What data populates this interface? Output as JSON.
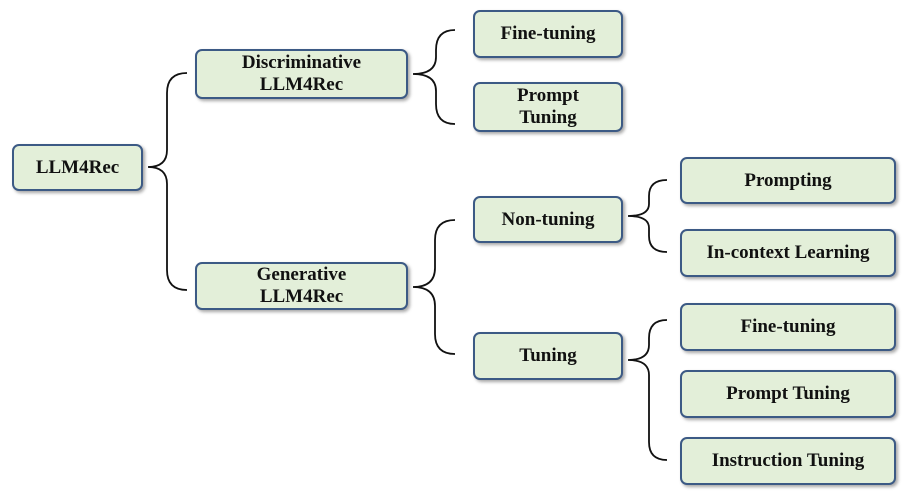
{
  "diagram": {
    "root": "LLM4Rec",
    "discriminative": {
      "line1": "Discriminative",
      "line2": "LLM4Rec"
    },
    "disc_finetuning": "Fine-tuning",
    "disc_prompt": {
      "line1": "Prompt",
      "line2": "Tuning"
    },
    "generative": {
      "line1": "Generative",
      "line2": "LLM4Rec"
    },
    "non_tuning": "Non-tuning",
    "tuning": "Tuning",
    "prompting": "Prompting",
    "in_context": "In-context Learning",
    "gen_finetuning": "Fine-tuning",
    "gen_prompt_tuning": "Prompt Tuning",
    "instruction_tuning": "Instruction Tuning"
  },
  "colors": {
    "node_fill": "#e3efd9",
    "node_border": "#3c5a85",
    "bracket": "#111111"
  }
}
